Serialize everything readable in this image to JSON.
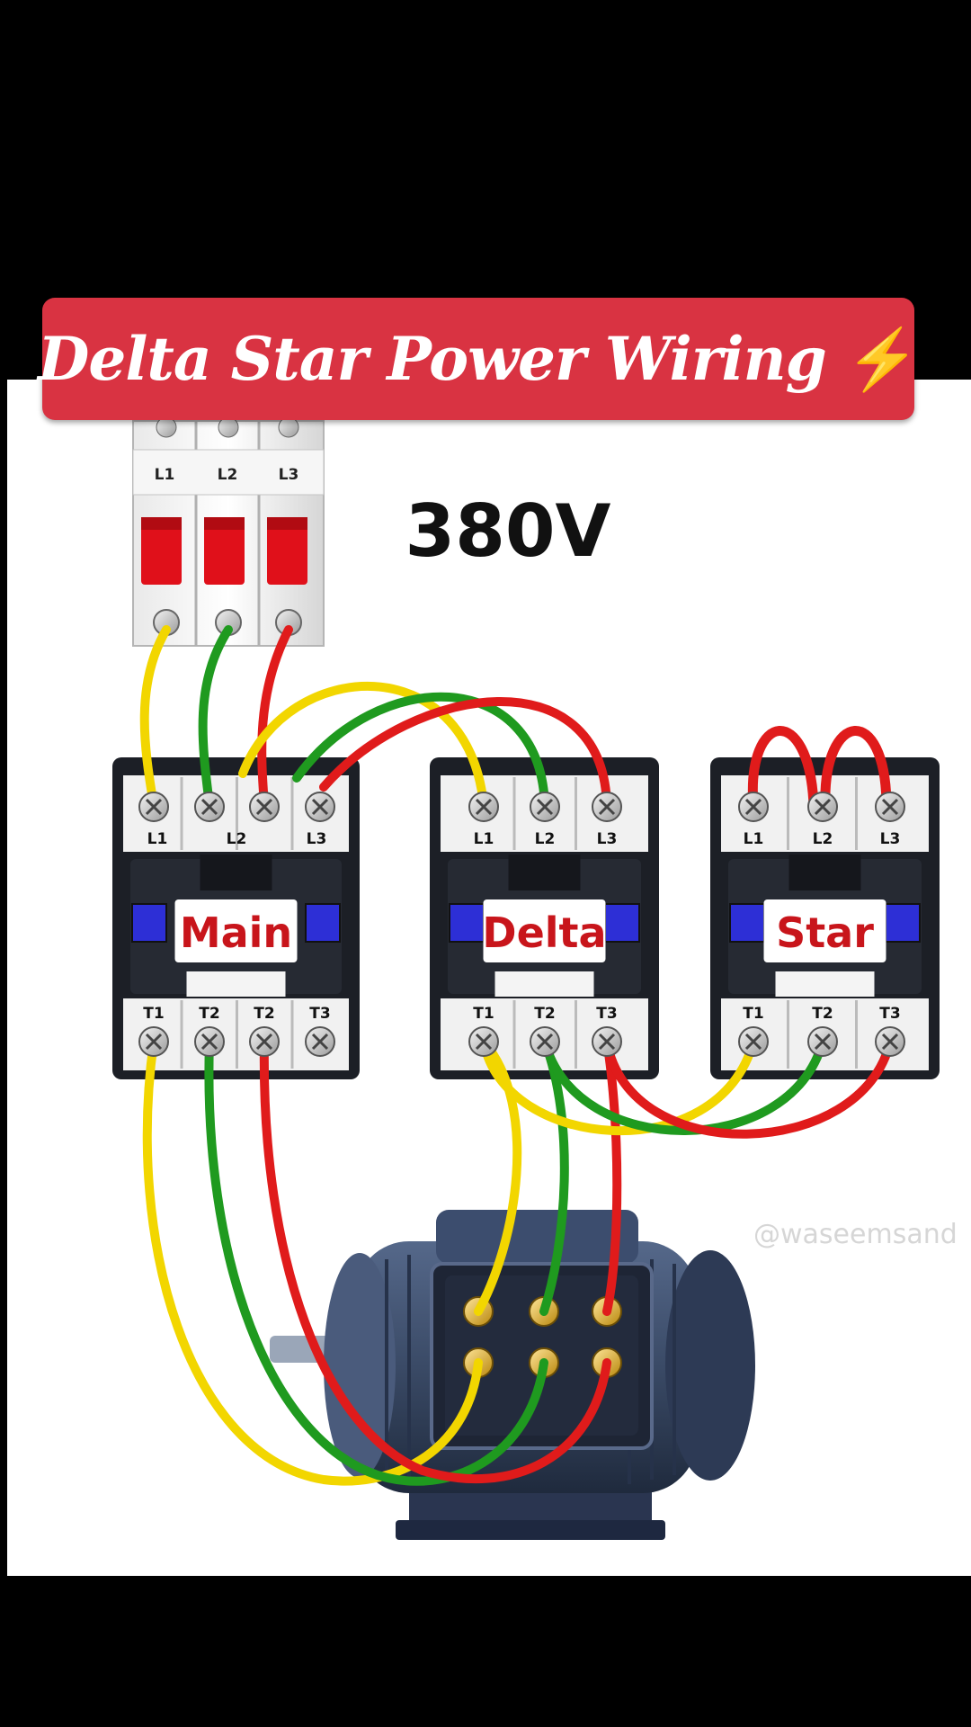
{
  "title": "Delta Star Power Wiring",
  "title_icon": "lightning-bolt-icon",
  "voltage": "380V",
  "breaker": {
    "terminals": [
      "L1",
      "L2",
      "L3"
    ]
  },
  "contactors": [
    {
      "name": "Main",
      "top": [
        "L1",
        "L2",
        "L3"
      ],
      "bottom": [
        "T1",
        "T2",
        "T2",
        "T3"
      ],
      "top_first_gap": true
    },
    {
      "name": "Delta",
      "top": [
        "L1",
        "L2",
        "L3"
      ],
      "bottom": [
        "T1",
        "T2",
        "T3"
      ]
    },
    {
      "name": "Star",
      "top": [
        "L1",
        "L2",
        "L3"
      ],
      "bottom": [
        "T1",
        "T2",
        "T3"
      ]
    }
  ],
  "watermark": "@waseemsand",
  "colors": {
    "banner": "#d93342",
    "wire_yellow": "#f2d600",
    "wire_green": "#1f9a1f",
    "wire_red": "#e01b1b",
    "breaker_toggle": "#e0101a",
    "contactor_body": "#1c1f26",
    "indicator_blue": "#2d2fd6",
    "label_red": "#c8151b",
    "motor": "#3a4a66"
  }
}
